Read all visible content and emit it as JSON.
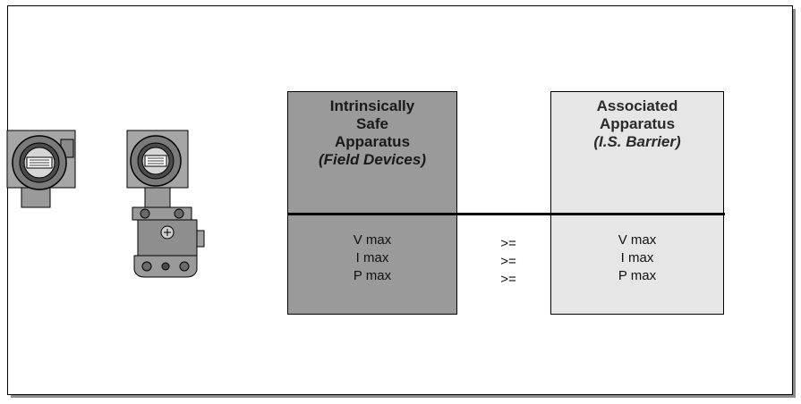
{
  "field_devices": {
    "heading_lines": [
      "Intrinsically",
      "Safe",
      "Apparatus"
    ],
    "heading_italic": "(Field Devices)",
    "values": [
      "V max",
      "I max",
      "P max"
    ],
    "fill": "#9a9a9a"
  },
  "associated_apparatus": {
    "heading_lines": [
      "Associated",
      "Apparatus"
    ],
    "heading_italic": "(I.S. Barrier)",
    "values": [
      "V max",
      "I max",
      "P max"
    ],
    "fill": "#e6e6e6"
  },
  "comparison_operators": [
    ">=",
    ">=",
    ">="
  ],
  "icons": [
    "transmitter-icon",
    "pressure-transmitter-icon"
  ]
}
